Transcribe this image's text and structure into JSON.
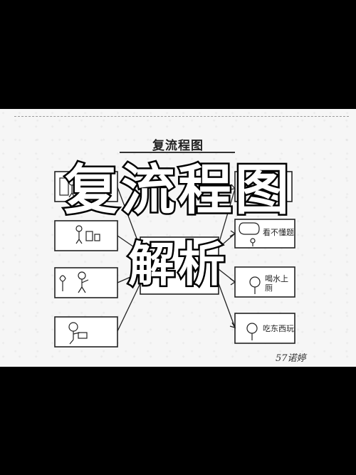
{
  "document": {
    "title": "复流程图",
    "signature": "57诺婷"
  },
  "overlay": {
    "main_text": "复流程图",
    "sub_text": "解析"
  },
  "diagram": {
    "left_boxes": [
      {
        "sketch": "stick-figure-at-wall"
      },
      {
        "sketch": "stick-figure-with-items"
      },
      {
        "sketch": "stick-figure-with-plant"
      },
      {
        "sketch": "stick-figure-at-desk"
      }
    ],
    "right_boxes": [
      {
        "label": "看不懂题",
        "sketch": "thought-bubble-figure"
      },
      {
        "label": "喝水上厕",
        "sketch": "face-figure"
      },
      {
        "label": "吃东西玩",
        "sketch": "face-figure"
      }
    ]
  },
  "colors": {
    "background": "#000000",
    "paper": "#f6f6f6",
    "ink": "#222222",
    "overlay_fill": "#ffffff",
    "overlay_stroke": "#000000"
  }
}
